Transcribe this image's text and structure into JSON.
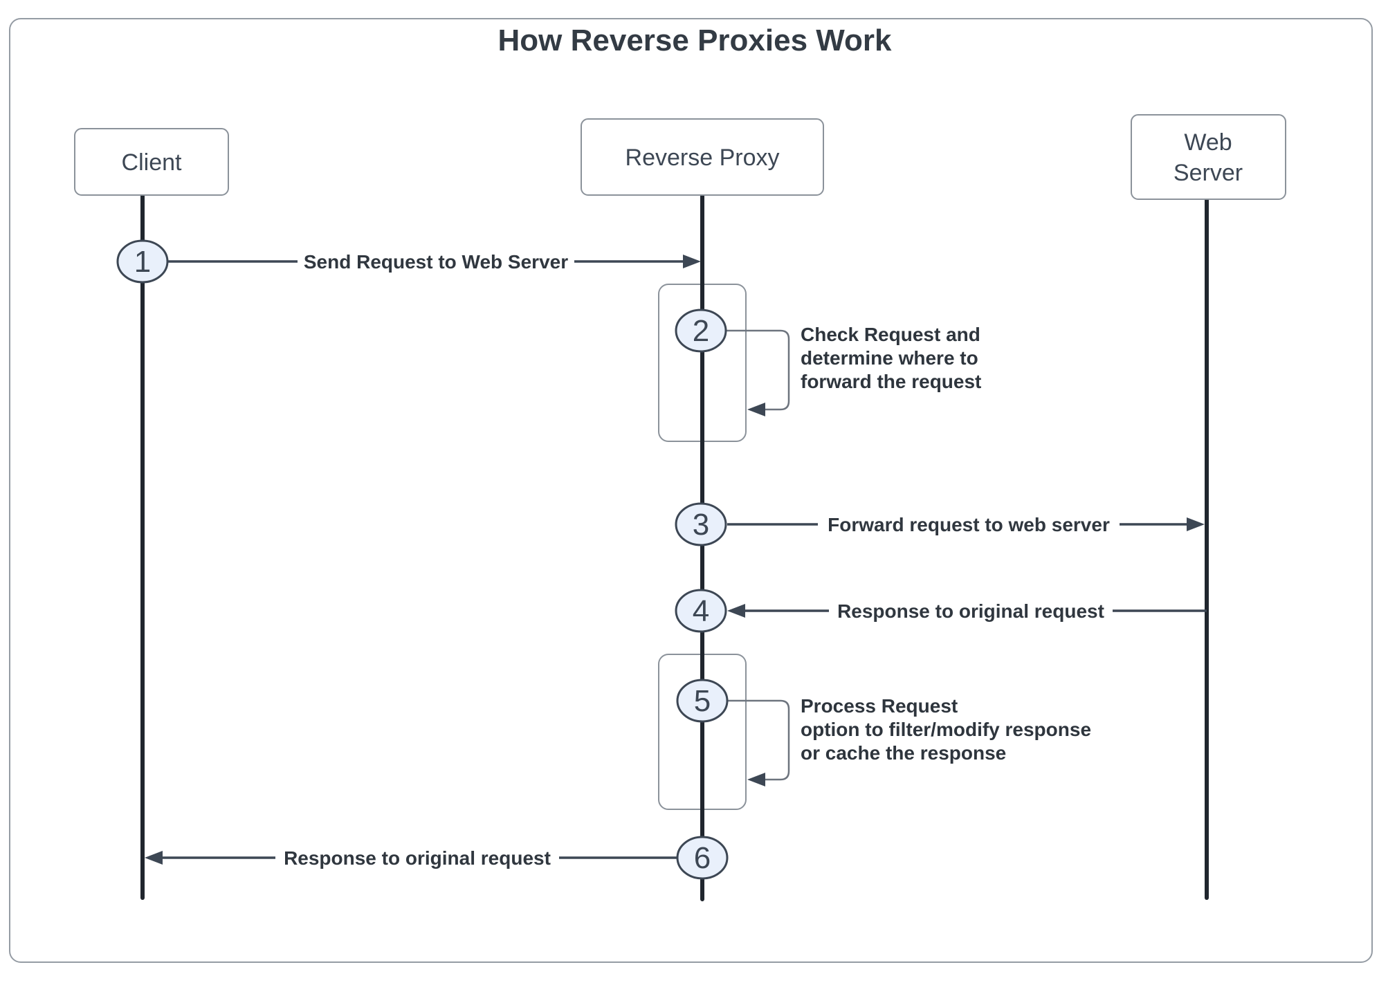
{
  "title": "How Reverse Proxies Work",
  "diagram_type": "sequence-diagram",
  "actors": {
    "client": {
      "label": "Client"
    },
    "reverse_proxy": {
      "label": "Reverse Proxy"
    },
    "web_server": {
      "lines": [
        "Web",
        "Server"
      ]
    }
  },
  "steps": {
    "1": {
      "num": "1",
      "label": "Send Request to Web Server",
      "from": "Client",
      "to": "Reverse Proxy"
    },
    "2": {
      "num": "2",
      "lines": [
        "Check Request and",
        "determine where to",
        "forward the request"
      ],
      "from": "Reverse Proxy",
      "to": "Reverse Proxy"
    },
    "3": {
      "num": "3",
      "label": "Forward request to web server",
      "from": "Reverse Proxy",
      "to": "Web Server"
    },
    "4": {
      "num": "4",
      "label": "Response to original request",
      "from": "Web Server",
      "to": "Reverse Proxy"
    },
    "5": {
      "num": "5",
      "lines": [
        "Process Request",
        "option to filter/modify response",
        "or cache the response"
      ],
      "from": "Reverse Proxy",
      "to": "Reverse Proxy"
    },
    "6": {
      "num": "6",
      "label": "Response to original request",
      "from": "Reverse Proxy",
      "to": "Client"
    }
  },
  "colors": {
    "title_text": "#333b44",
    "dark_stroke": "#3d4754",
    "lifeline": "#20262e",
    "circle_fill": "#e9f0fb",
    "gray_border": "#8b929a",
    "loop_gray": "#6d747e",
    "page_border": "#959ca4"
  }
}
